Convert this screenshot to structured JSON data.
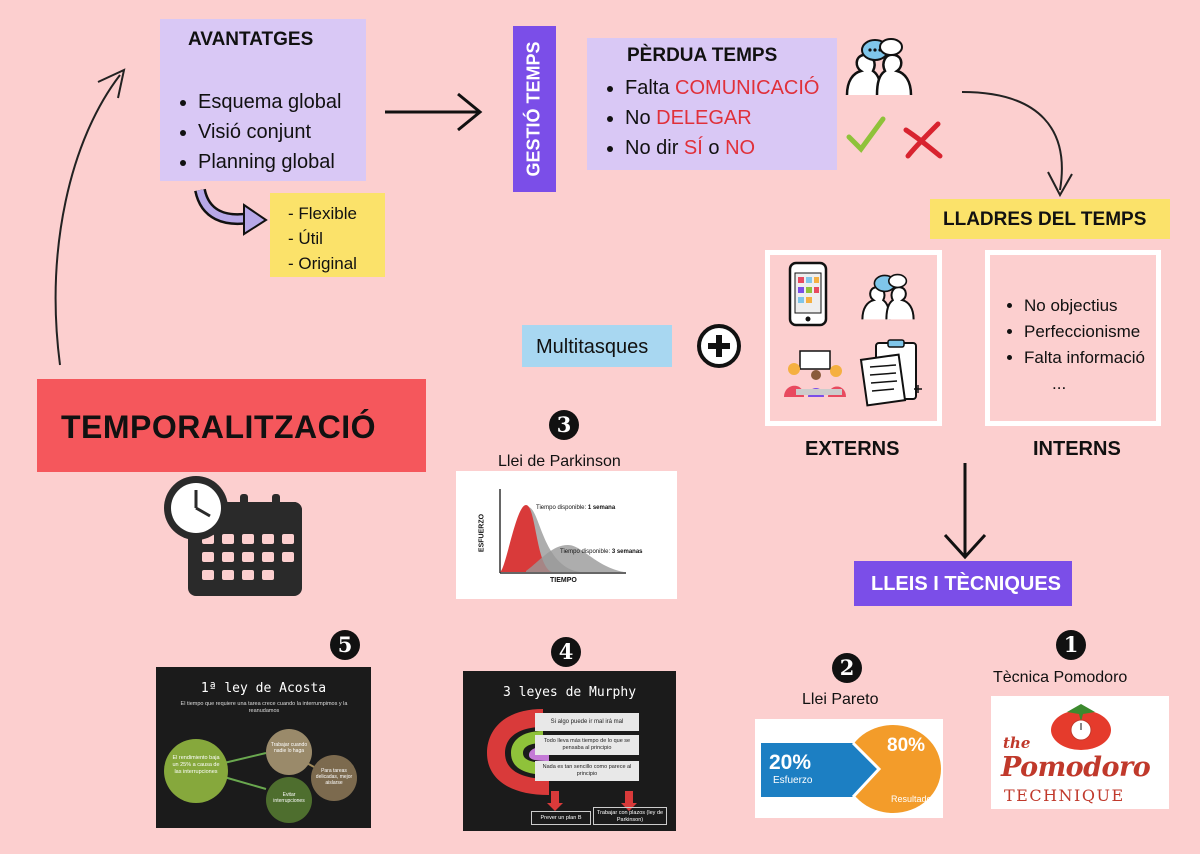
{
  "avantatges": {
    "title": "AVANTATGES",
    "items": [
      "Esquema global",
      "Visió conjunt",
      "Planning global"
    ]
  },
  "qualitats": {
    "items": [
      "- Flexible",
      "- Útil",
      "- Original"
    ]
  },
  "gestio": {
    "label": "GESTIÓ TEMPS"
  },
  "perdua": {
    "title": "PÈRDUA TEMPS",
    "items": [
      {
        "prefix": "Falta ",
        "highlight": "COMUNICACIÓ",
        "mid": "",
        "highlight2": ""
      },
      {
        "prefix": "No ",
        "highlight": "DELEGAR",
        "mid": "",
        "highlight2": ""
      },
      {
        "prefix": "No dir ",
        "highlight": "SÍ",
        "mid": " o ",
        "highlight2": "NO"
      }
    ]
  },
  "lladres": {
    "title": "LLADRES DEL TEMPS"
  },
  "multitasques": {
    "label": "Multitasques"
  },
  "interns": {
    "items": [
      "No objectius",
      "Perfeccionisme",
      "Falta informació",
      "..."
    ]
  },
  "labels": {
    "externs": "EXTERNS",
    "interns": "INTERNS"
  },
  "lleis": {
    "title": "LLEIS I TÈCNIQUES"
  },
  "main": {
    "title": "TEMPORALITZACIÓ"
  },
  "items": {
    "n1": {
      "num": "1",
      "caption": "Tècnica Pomodoro"
    },
    "n2": {
      "num": "2",
      "caption": "Llei Pareto"
    },
    "n3": {
      "num": "3",
      "caption": "Llei de Parkinson"
    },
    "n4": {
      "num": "4"
    },
    "n5": {
      "num": "5"
    }
  },
  "parkinson": {
    "ylabel": "ESFUERZO",
    "xlabel": "TIEMPO",
    "label1_pre": "Tiempo disponible: ",
    "label1_bold": "1 semana",
    "label2_pre": "Tiempo disponible: ",
    "label2_bold": "3 semanas"
  },
  "murphy": {
    "title": "3 leyes de Murphy",
    "rows": [
      "Si algo puede ir mal irá mal",
      "Todo lleva más tiempo de lo que se pensaba al principio",
      "Nada es tan sencillo como parece al principio"
    ],
    "btn1": "Prever un plan B",
    "btn2": "Trabajar con plazos (ley de Parkinson)"
  },
  "acosta": {
    "title": "1ª ley de Acosta",
    "subtitle": "El tiempo que requiere una tarea crece cuando la interrumpimos y la reanudamos",
    "c1": "El rendimiento baja un 25% a causa de las interrupciones",
    "c2": "Trabajar cuando nadie lo haga",
    "c3": "Para tareas delicadas, mejor aislarse",
    "c4": "Evitar interrupciones"
  },
  "pareto": {
    "left_pct": "20%",
    "left_lbl": "Esfuerzo",
    "right_pct": "80%",
    "right_lbl": "Resultados"
  },
  "pomodoro": {
    "the": "the",
    "name": "Pomodoro",
    "tech": "TECHNIQUE"
  },
  "colors": {
    "background": "#fccfcf",
    "lilac": "#d9c8f5",
    "yellow": "#fbe26a",
    "violet": "#7b4ee8",
    "red": "#f5575c",
    "blue": "#a8d7f1",
    "accent_red": "#e0303a"
  }
}
